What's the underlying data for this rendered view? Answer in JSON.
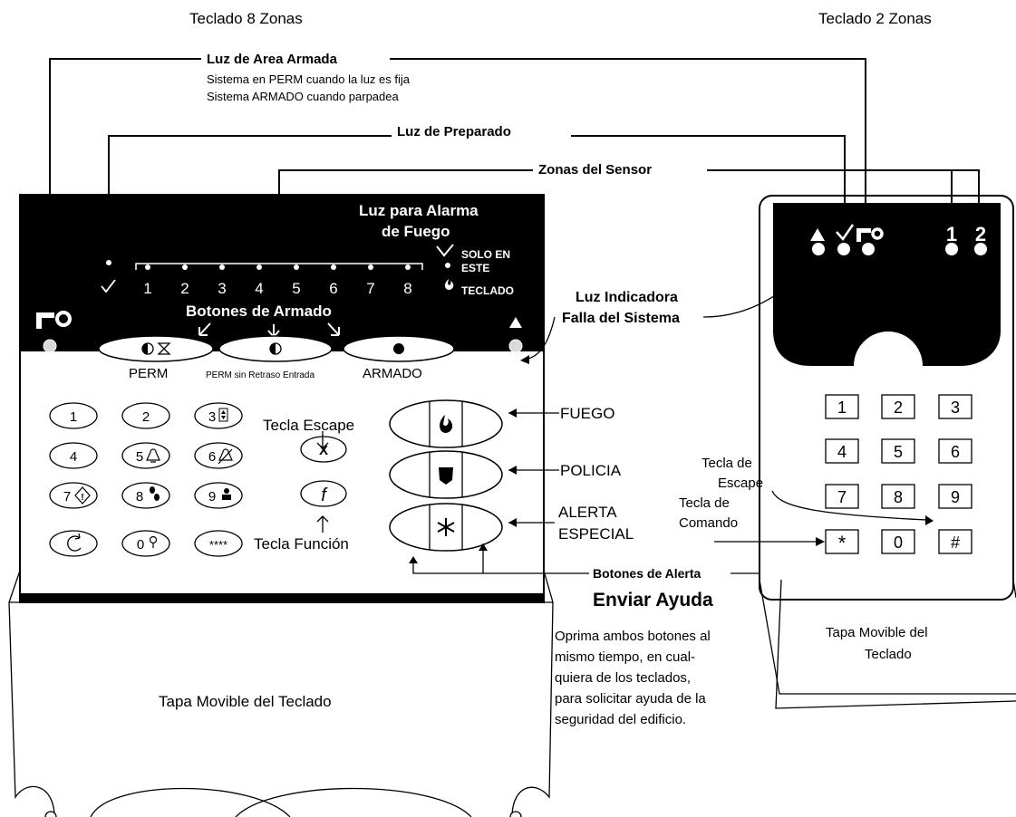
{
  "titles": {
    "left": "Teclado 8 Zonas",
    "right": "Teclado 2 Zonas"
  },
  "callouts": {
    "armed_light": "Luz de Area Armada",
    "armed_note_1": "Sistema en PERM cuando la luz es fija",
    "armed_note_2": "Sistema ARMADO cuando parpadea",
    "ready_light": "Luz de Preparado",
    "sensor_zones": "Zonas del Sensor",
    "fire_light_1": "Luz para Alarma",
    "fire_light_2": "de Fuego",
    "only_1": "SOLO EN",
    "only_2": "ESTE",
    "only_3": "TECLADO",
    "trouble_1": "Luz Indicadora",
    "trouble_2": "Falla del Sistema",
    "arming_buttons": "Botones de Armado",
    "escape_key": "Tecla Escape",
    "function_key": "Tecla Función",
    "fire": "FUEGO",
    "police": "POLICIA",
    "special_1": "ALERTA",
    "special_2": "ESPECIAL",
    "alert_buttons": "Botones de Alerta",
    "send_help": "Enviar Ayuda",
    "help_note": [
      "Oprima ambos botones al",
      "mismo tiempo, en cual-",
      "quiera de los teclados,",
      "para solicitar ayuda de la",
      "seguridad del edificio."
    ],
    "escape_right_1": "Tecla de",
    "escape_right_2": "Escape",
    "command_1": "Tecla de",
    "command_2": "Comando",
    "cover_left": "Tapa Movible del Teclado",
    "cover_right_1": "Tapa Movible del",
    "cover_right_2": "Teclado"
  },
  "left_keypad": {
    "zones": [
      "1",
      "2",
      "3",
      "4",
      "5",
      "6",
      "7",
      "8"
    ],
    "mode_labels": {
      "perm": "PERM",
      "perm_no_delay": "PERM sin Retraso Entrada",
      "armed": "ARMADO"
    },
    "keys": [
      "1",
      "2",
      "3",
      "4",
      "5",
      "6",
      "7",
      "8",
      "9",
      "0",
      "****"
    ],
    "escape_key_label": "X",
    "function_key_label": "f"
  },
  "right_keypad": {
    "zones": [
      "1",
      "2"
    ],
    "keys": [
      "1",
      "2",
      "3",
      "4",
      "5",
      "6",
      "7",
      "8",
      "9",
      "*",
      "0",
      "#"
    ]
  },
  "icons": [
    "key-icon",
    "check-icon",
    "fire-icon",
    "triangle-icon",
    "police-badge-icon",
    "asterisk-icon",
    "hourglass-icon",
    "half-moon-icon",
    "redo-icon",
    "bell-icon",
    "footprint-icon",
    "person-icon",
    "magnifier-icon",
    "up-down-icon"
  ]
}
